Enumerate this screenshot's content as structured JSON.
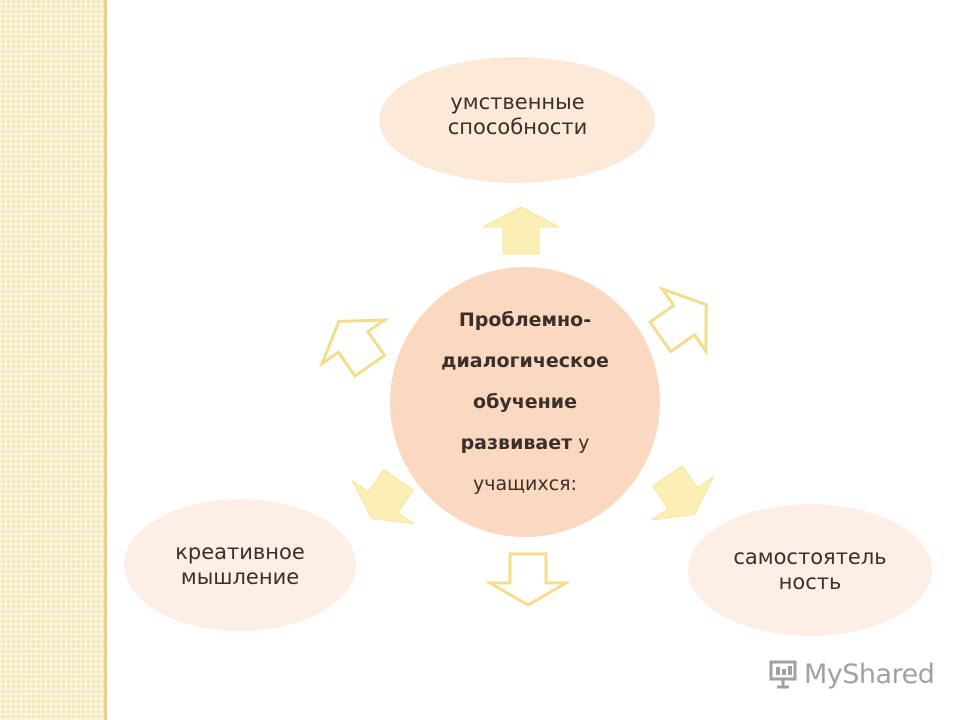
{
  "diagram": {
    "center": {
      "line1": "Проблемно-",
      "line2": "диалогическое",
      "line3": "обучение",
      "line4_bold": "развивает",
      "line4_rest": " у",
      "line5": "учащихся:"
    },
    "nodes": {
      "top": "умственные\nспособности",
      "right": "самостоятель\nность",
      "left": "креативное\nмышление"
    }
  },
  "watermark": {
    "text": "MyShared"
  },
  "colors": {
    "center_fill": "#fbd8c0",
    "top_fill": "#fde9d8",
    "side_fill": "#fdeee6",
    "arrow_fill": "#fcefb5",
    "arrow_stroke": "#f3dc8a",
    "strip": "#f6e7b6"
  }
}
